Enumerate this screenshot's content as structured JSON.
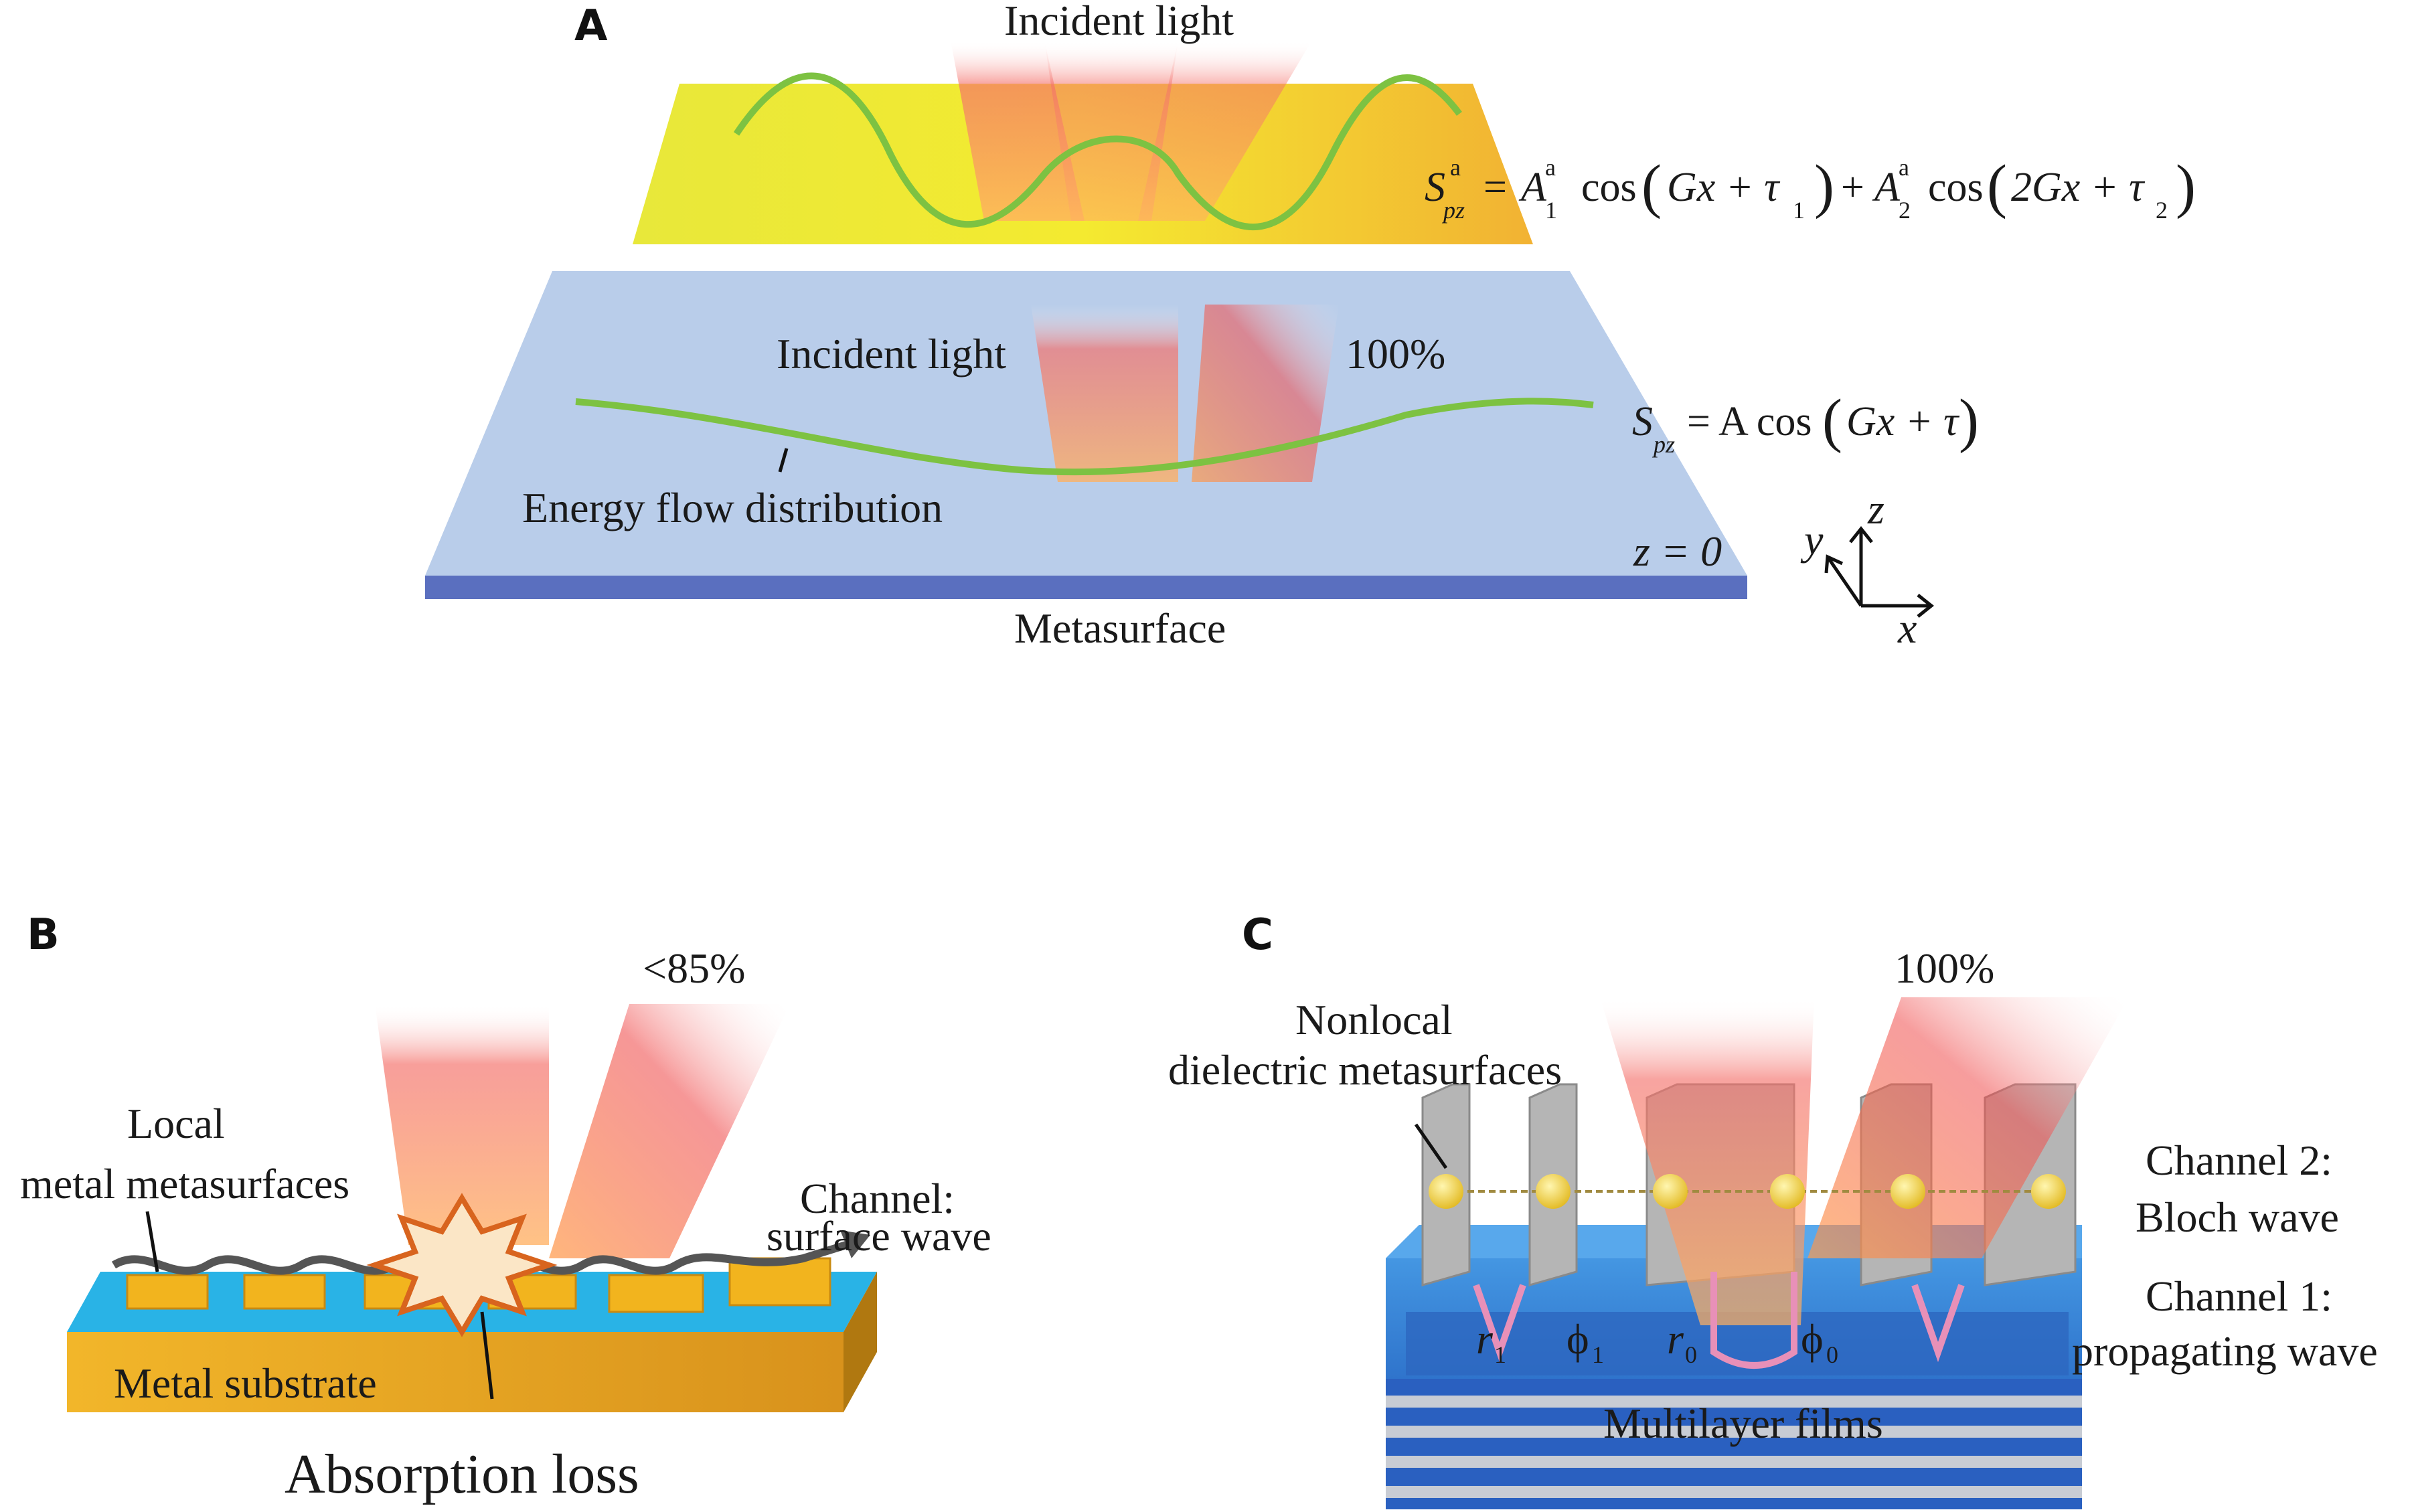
{
  "panels": {
    "a": {
      "letter": "A",
      "top_incident_label": "Incident light",
      "equation_top": {
        "S": "S",
        "sup_a": "a",
        "sub_pz": "pz",
        "eq": "=",
        "A1": "A",
        "sub1": "1",
        "cos1": "cos",
        "arg1": "Gx + τ",
        "tau1_sub": "1",
        "plus": "+",
        "A2": "A",
        "sub2": "2",
        "cos2": "cos",
        "arg2": "2Gx + τ",
        "tau2_sub": "2"
      },
      "lower_incident_label": "Incident light",
      "reflect_pct": "100%",
      "equation_bottom": {
        "S": "S",
        "sub_pz": "pz",
        "rhs": "= A cos",
        "arg": "Gx + τ"
      },
      "energy_label": "Energy flow distribution",
      "z0_label": "z = 0",
      "metasurface_label": "Metasurface",
      "axes": {
        "x": "x",
        "y": "y",
        "z": "z"
      },
      "colors": {
        "yellow_plane": "#f2e23a",
        "blue_plane": "#b9cdea",
        "green_wave": "#7dc242",
        "base": "#5a6fbf"
      }
    },
    "b": {
      "letter": "B",
      "reflect_pct": "<85%",
      "local_label_1": "Local",
      "local_label_2": "metal metasurfaces",
      "channel_label_1": "Channel:",
      "channel_label_2": "surface wave",
      "substrate_label": "Metal substrate",
      "absorption_label": "Absorption loss",
      "colors": {
        "substrate": "#e0a020",
        "dielectric": "#29b3e6",
        "pads": "#f2b41e"
      }
    },
    "c": {
      "letter": "C",
      "reflect_pct": "100%",
      "nonlocal_label_1": "Nonlocal",
      "nonlocal_label_2": "dielectric metasurfaces",
      "channel2_label_1": "Channel 2:",
      "channel2_label_2": "Bloch wave",
      "channel1_label_1": "Channel 1:",
      "channel1_label_2": "propagating wave",
      "r1": "r",
      "r1_sub": "1",
      "phi1": "ϕ",
      "phi1_sub": "1",
      "r0": "r",
      "r0_sub": "0",
      "phi0": "ϕ",
      "phi0_sub": "0",
      "multilayer_label": "Multilayer films",
      "colors": {
        "top_block": "#3a85d6",
        "layers_blue": "#2a60c0",
        "layers_gray": "#c8ccd4",
        "pillars": "#b5b5b5",
        "spheres": "#f2d23a"
      }
    }
  }
}
